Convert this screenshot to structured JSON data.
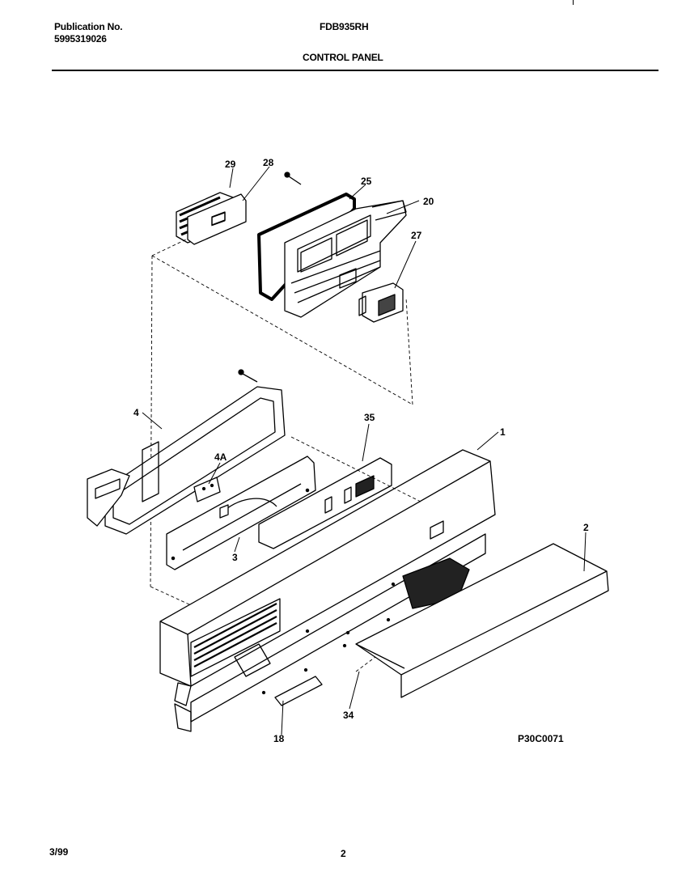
{
  "header": {
    "publication_label": "Publication No.",
    "publication_number": "5995319026",
    "model": "FDB935RH",
    "section_title": "CONTROL PANEL"
  },
  "footer": {
    "date": "3/99",
    "page_number": "2",
    "drawing_code": "P30C0071"
  },
  "callouts": {
    "c29": "29",
    "c28": "28",
    "c25": "25",
    "c20": "20",
    "c27": "27",
    "c4": "4",
    "c35": "35",
    "c1": "1",
    "c4A": "4A",
    "c3": "3",
    "c2": "2",
    "c34": "34",
    "c18": "18"
  }
}
